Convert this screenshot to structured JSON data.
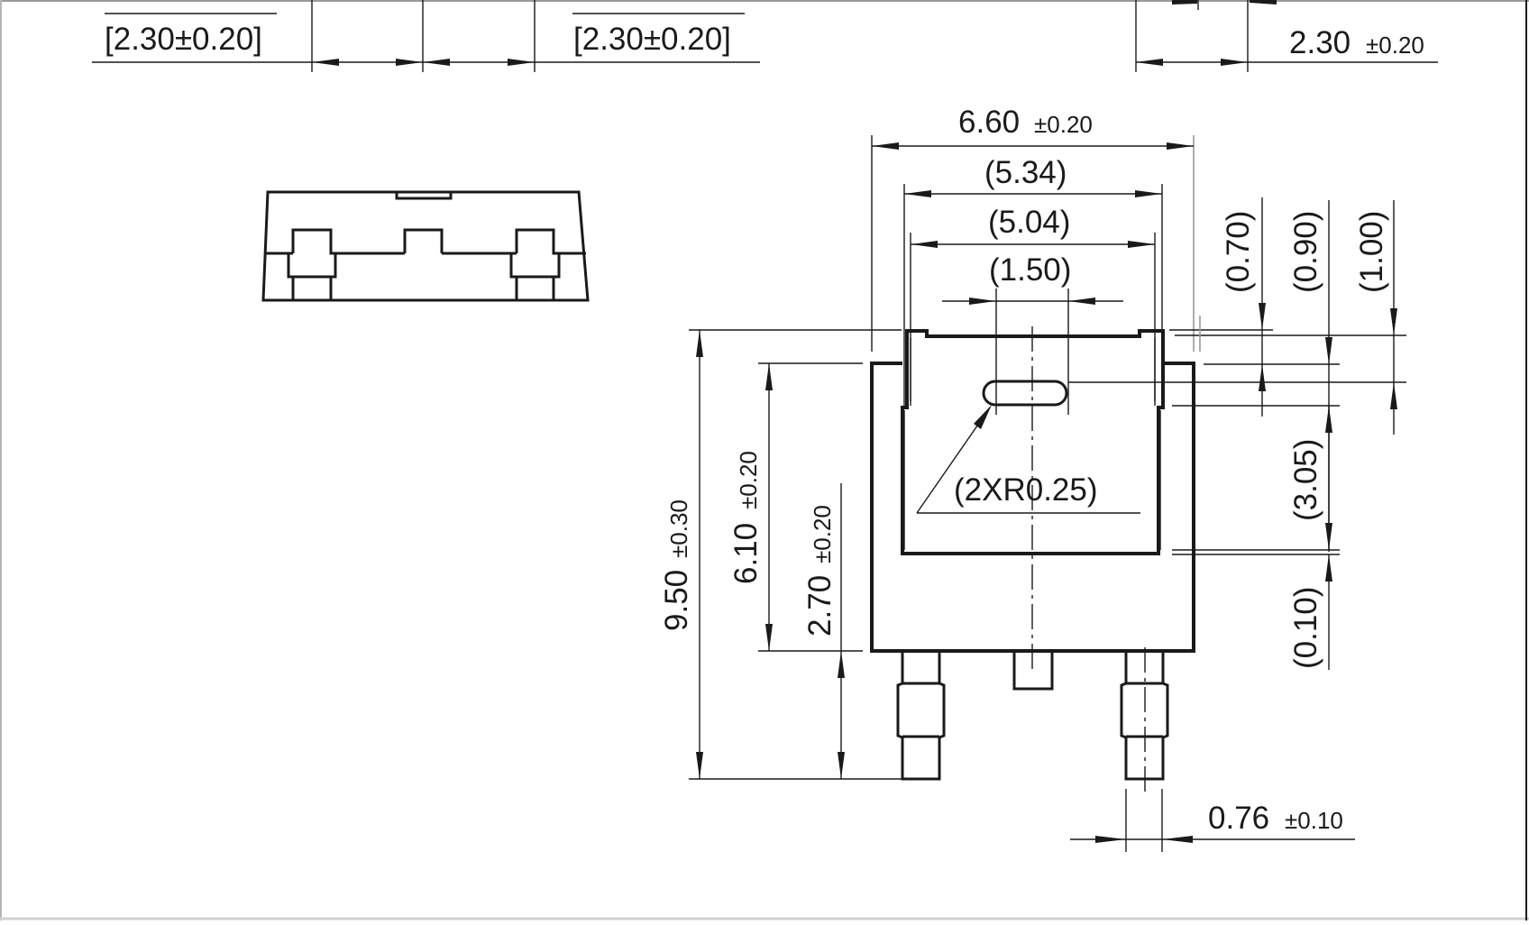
{
  "drawing": {
    "type": "package-outline-drawing",
    "package": "DPAK / TO-252 style surface-mount package",
    "top_left_dims": [
      {
        "value": "[2.30±0.20]"
      },
      {
        "value": "[2.30±0.20]"
      }
    ],
    "top_right_dim": {
      "value": "2.30",
      "tolerance": "±0.20"
    },
    "width_dims": {
      "overall": {
        "value": "6.60",
        "tolerance": "±0.20"
      },
      "tab_outer": "(5.34)",
      "tab_inner": "(5.04)",
      "slot": "(1.50)"
    },
    "height_dims": {
      "overall": {
        "value": "9.50",
        "tolerance": "±0.30"
      },
      "body": {
        "value": "6.10",
        "tolerance": "±0.20"
      },
      "lead": {
        "value": "2.70",
        "tolerance": "±0.20"
      }
    },
    "right_dims": {
      "d070": "(0.70)",
      "d090": "(0.90)",
      "d100": "(1.00)",
      "d305": "(3.05)",
      "d010": "(0.10)"
    },
    "radius_note": "(2XR0.25)",
    "lead_width": {
      "value": "0.76",
      "tolerance": "±0.10"
    }
  }
}
